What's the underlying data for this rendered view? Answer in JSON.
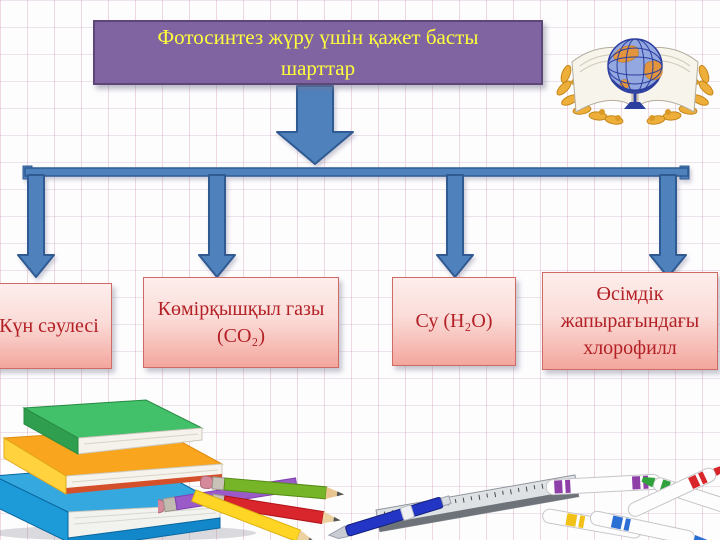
{
  "slide": {
    "title": "Фотосинтез жүру үшін қажет басты шарттар",
    "branches": [
      {
        "label": "Күн сәулесі"
      },
      {
        "label": "Көмірқышқыл газы (CO₂)"
      },
      {
        "label": "Су (H₂O)"
      },
      {
        "label": "Өсімдік жапырағындағы хлорофилл"
      }
    ],
    "colors": {
      "title_fill": "#8064a2",
      "title_border": "#5d4777",
      "title_text": "#ffff3b",
      "arrow_fill": "#4f81bd",
      "arrow_border": "#2f5a92",
      "branch_fill_top": "#fdeeec",
      "branch_fill_bottom": "#f3a69d",
      "branch_border": "#cf6a65",
      "branch_text": "#b32025",
      "grid_line": "#e2c2cc"
    },
    "decorations": {
      "top_right": "globe-open-book-laurel-logo",
      "bottom_left": "books-stack",
      "bottom": "pencils-pen-ruler-markers"
    }
  }
}
